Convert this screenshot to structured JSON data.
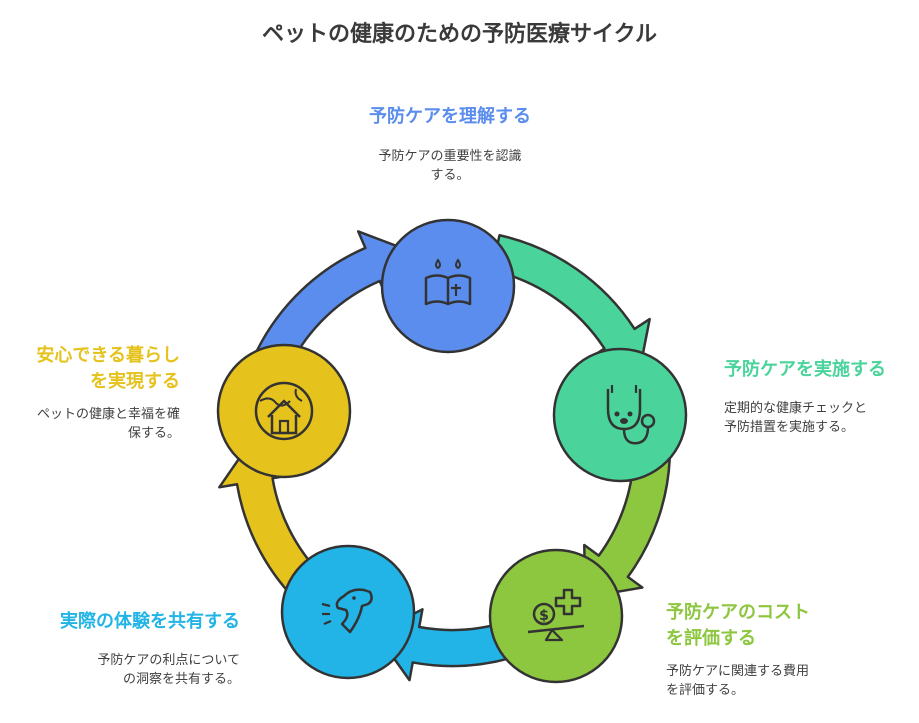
{
  "title": "ペットの健康のための予防医療サイクル",
  "steps": [
    {
      "title_lines": [
        "予防ケアを理解する"
      ],
      "desc_lines": [
        "予防ケアの重要性を認識",
        "する。"
      ],
      "icon": "book-icon",
      "color": "#5b8def"
    },
    {
      "title_lines": [
        "予防ケアを実施する"
      ],
      "desc_lines": [
        "定期的な健康チェックと",
        "予防措置を実施する。"
      ],
      "icon": "stethoscope-icon",
      "color": "#4ad49b"
    },
    {
      "title_lines": [
        "予防ケアのコスト",
        "を評価する"
      ],
      "desc_lines": [
        "予防ケアに関連する費用",
        "を評価する。"
      ],
      "icon": "cost-balance-icon",
      "color": "#8dc63f"
    },
    {
      "title_lines": [
        "実際の体験を共有する"
      ],
      "desc_lines": [
        "予防ケアの利点について",
        "の洞察を共有する。"
      ],
      "icon": "dog-icon",
      "color": "#22b4e6"
    },
    {
      "title_lines": [
        "安心できる暮らし",
        "を実現する"
      ],
      "desc_lines": [
        "ペットの健康と幸福を確",
        "保する。"
      ],
      "icon": "house-icon",
      "color": "#e5c21c"
    }
  ]
}
